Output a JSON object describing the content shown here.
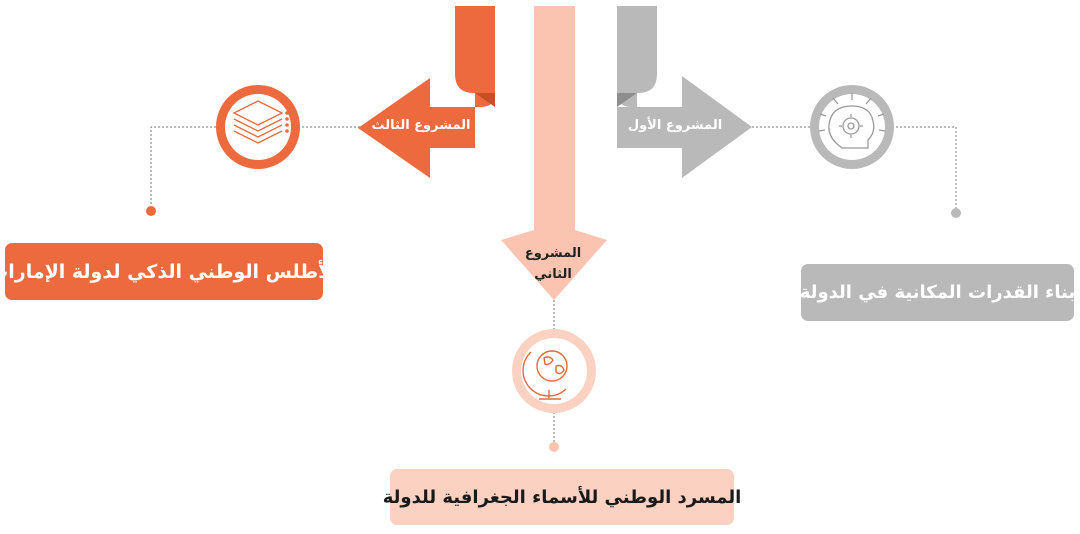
{
  "projects": {
    "first": {
      "arrow_label": "المشروع الأول",
      "title": "بناء القدرات المكانية في الدولة",
      "color": "#b9b9b9",
      "icon": "brain-gear-icon"
    },
    "second": {
      "arrow_label": "المشروع الثاني",
      "title": "المسرد الوطني للأسماء الجغرافية للدولة",
      "color": "#fbc4b0",
      "icon": "globe-icon"
    },
    "third": {
      "arrow_label": "المشروع الثالث",
      "title": "الأطلس الوطني الذكي لدولة الإمارات",
      "color": "#ec6a3d",
      "icon": "layers-icon"
    }
  }
}
